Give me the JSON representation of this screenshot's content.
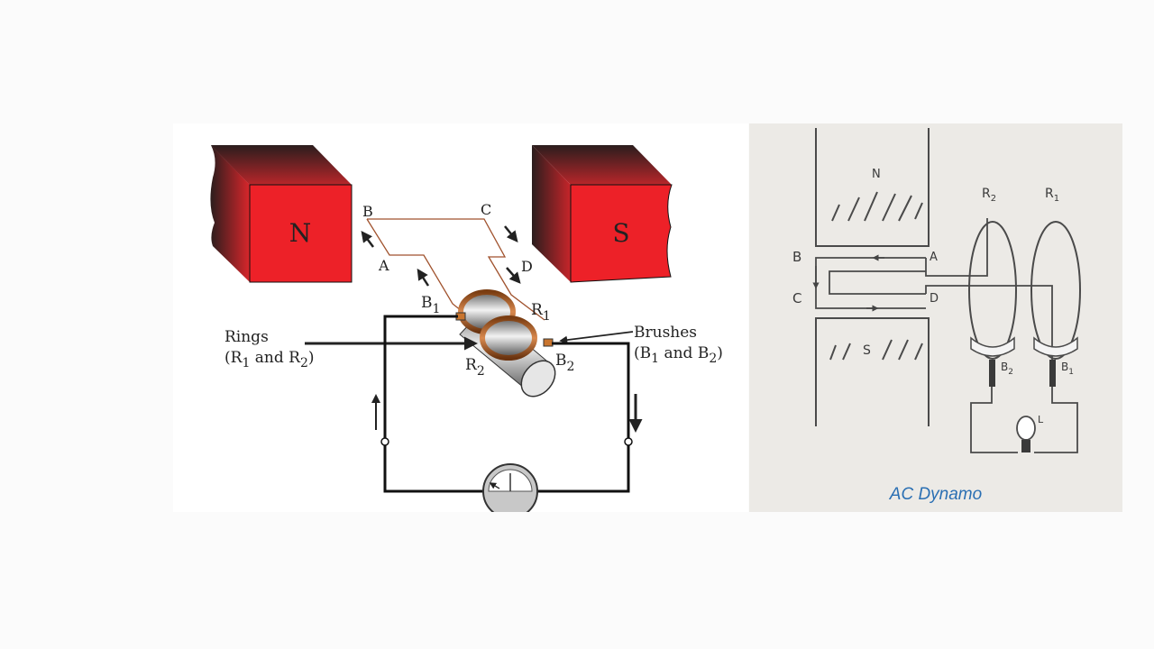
{
  "left": {
    "magnet_n": "N",
    "magnet_s": "S",
    "coil": {
      "a": "A",
      "b": "B",
      "c": "C",
      "d": "D"
    },
    "brush1": {
      "main": "B",
      "sub": "1"
    },
    "brush2": {
      "main": "B",
      "sub": "2"
    },
    "ring1": {
      "main": "R",
      "sub": "1"
    },
    "ring2": {
      "main": "R",
      "sub": "2"
    },
    "rings_label": {
      "line1": "Rings",
      "open": "(R",
      "sub1": "1",
      "and": " and R",
      "sub2": "2",
      "close": ")"
    },
    "brushes_label": {
      "line1": "Brushes",
      "open": "(B",
      "sub1": "1",
      "and": " and B",
      "sub2": "2",
      "close": ")"
    }
  },
  "right": {
    "n": "N",
    "s": "S",
    "b": "B",
    "c": "C",
    "a": "A",
    "d": "D",
    "r2": {
      "main": "R",
      "sub": "2"
    },
    "r1": {
      "main": "R",
      "sub": "1"
    },
    "b2": {
      "main": "B",
      "sub": "2"
    },
    "b1": {
      "main": "B",
      "sub": "1"
    },
    "lamp": "L",
    "caption": "AC Dynamo"
  },
  "colors": {
    "magnet_red": "#ed2128",
    "coil_wire": "#a0522d",
    "caption_blue": "#2a6fb3"
  }
}
